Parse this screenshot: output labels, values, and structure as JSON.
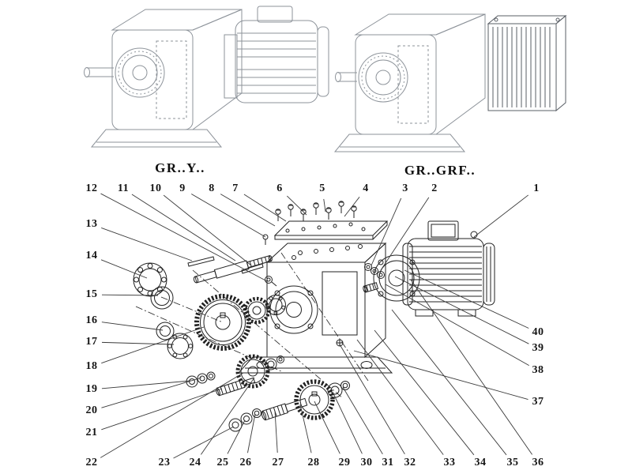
{
  "titles": {
    "left": "GR..Y..",
    "right": "GR..GRF.."
  },
  "callouts": {
    "top": [
      "12",
      "11",
      "10",
      "9",
      "8",
      "7",
      "6",
      "5",
      "4",
      "3",
      "2",
      "1"
    ],
    "left": [
      "13",
      "14",
      "15",
      "16",
      "17",
      "18",
      "19",
      "20",
      "21",
      "22"
    ],
    "bottom": [
      "23",
      "24",
      "25",
      "26",
      "27",
      "28",
      "29",
      "30",
      "31",
      "32",
      "33",
      "34",
      "35",
      "36"
    ],
    "right": [
      "40",
      "39",
      "38",
      "37"
    ]
  },
  "diagram": {
    "type": "exploded-view",
    "variants": [
      "GR..Y..",
      "GR..GRF.."
    ],
    "part_count": 40
  },
  "colors": {
    "ink": "#222222",
    "light_ink": "#8d939a"
  }
}
